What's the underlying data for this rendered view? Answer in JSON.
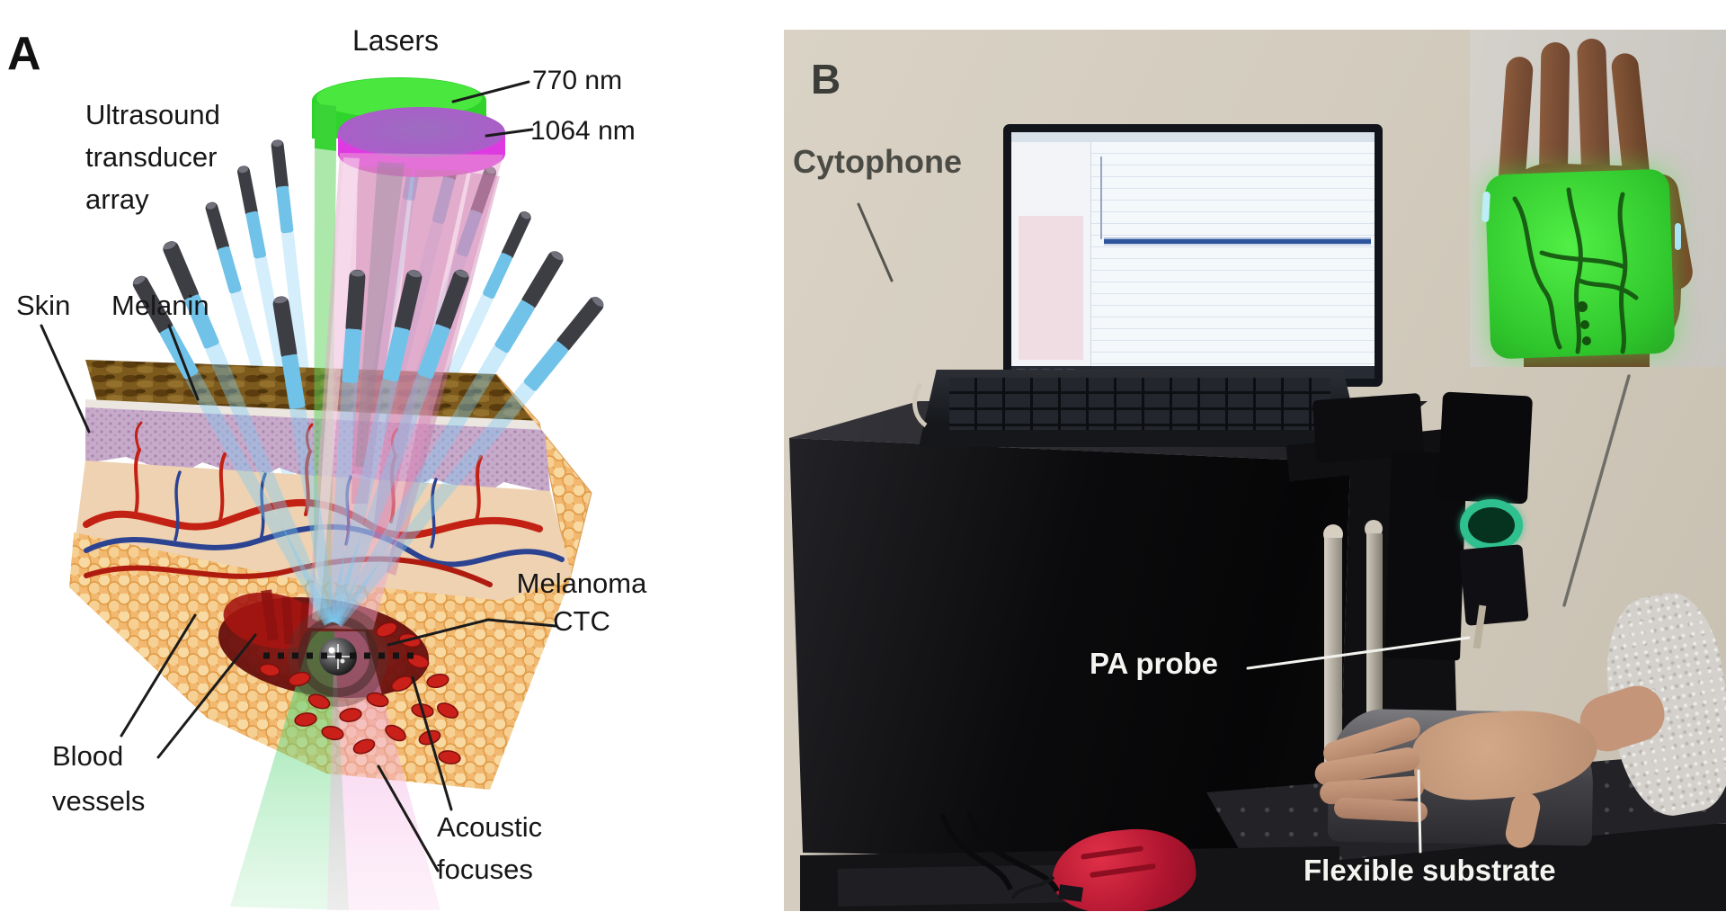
{
  "figure": {
    "caption_context": "Two-panel scientific figure of a Cytophone photoacoustic device",
    "panel_a": {
      "tag": "A",
      "labels": {
        "lasers": "Lasers",
        "nm770": "770 nm",
        "nm1064": "1064 nm",
        "transducer": "Ultrasound\ntransducer\narray",
        "skin": "Skin",
        "melanin": "Melanin",
        "melanoma_ctc": "Melanoma\nCTC",
        "blood_vessels": "Blood\nvessels",
        "acoustic_focuses": "Acoustic\nfocuses"
      },
      "colors": {
        "laser_770_green": "#2fd32b",
        "laser_1064_magenta": "#df3ae2",
        "beam_pink": "#e7a8ce",
        "transducer_blue": "#70c2e9",
        "rod_gray": "#3d3d44",
        "skin_top_brown": "#7c5a1d",
        "epidermis_purple": "#c7a9ca",
        "dermis_tan": "#eed2b2",
        "fat_orange": "#f2b870",
        "vessel_red": "#c22113",
        "vessel_blue": "#2c4392",
        "blood_pool_red": "#7e0d0d"
      }
    },
    "panel_b": {
      "tag": "B",
      "labels": {
        "cytophone": "Cytophone",
        "pa_probe": "PA probe",
        "flexible_substrate": "Flexible substrate"
      },
      "colors": {
        "wall_beige": "#d3ccbe",
        "device_black": "#0c0c0e",
        "probe_ring_green": "#2ec08e",
        "hand_glow_green": "#3ee03a",
        "mouse_red": "#c81c33",
        "screen_trace_blue": "#2d549c"
      }
    }
  }
}
